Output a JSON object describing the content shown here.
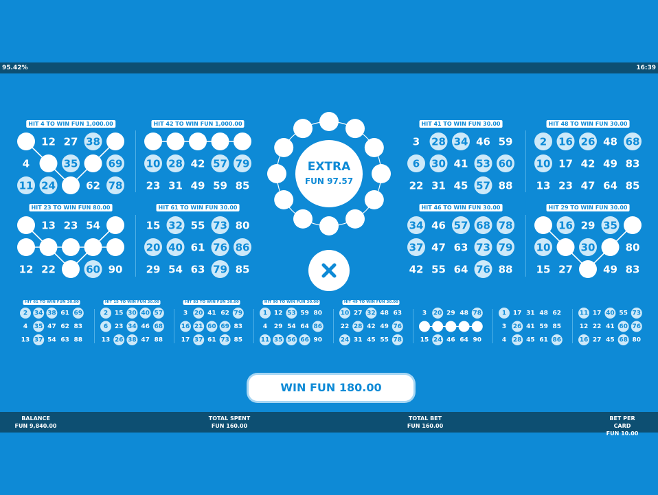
{
  "status": {
    "rtp": "95.42%",
    "clock": "16:39"
  },
  "big_cards": [
    {
      "title": "HIT 4 TO WIN FUN 1,000.00",
      "cells": [
        "",
        "12",
        "27",
        "38",
        "",
        "4",
        "",
        "35",
        "",
        "69",
        "11",
        "24",
        "",
        "62",
        "78"
      ],
      "hl": [
        "38",
        "35",
        "69",
        "11",
        "24",
        "78"
      ],
      "pattern": "v"
    },
    {
      "title": "HIT 42 TO WIN FUN 1,000.00",
      "cells": [
        "",
        "",
        "",
        "",
        "",
        "10",
        "28",
        "42",
        "57",
        "79",
        "23",
        "31",
        "49",
        "59",
        "85"
      ],
      "hl": [
        "10",
        "28",
        "57",
        "79"
      ],
      "pattern": "top"
    },
    {
      "title": "HIT 41 TO WIN FUN 30.00",
      "cells": [
        "3",
        "28",
        "34",
        "46",
        "59",
        "6",
        "30",
        "41",
        "53",
        "60",
        "22",
        "31",
        "45",
        "57",
        "88"
      ],
      "hl": [
        "28",
        "34",
        "6",
        "30",
        "53",
        "60",
        "57"
      ],
      "pattern": "none"
    },
    {
      "title": "HIT 48 TO WIN FUN 30.00",
      "cells": [
        "2",
        "16",
        "26",
        "48",
        "68",
        "10",
        "17",
        "42",
        "49",
        "83",
        "13",
        "23",
        "47",
        "64",
        "85"
      ],
      "hl": [
        "2",
        "16",
        "26",
        "68",
        "10"
      ],
      "pattern": "none"
    },
    {
      "title": "HIT 23 TO WIN FUN 80.00",
      "cells": [
        "",
        "13",
        "23",
        "54",
        "",
        "",
        "",
        "",
        "",
        "",
        "12",
        "22",
        "",
        "60",
        "90"
      ],
      "hl": [
        "60"
      ],
      "pattern": "arrow"
    },
    {
      "title": "HIT 61 TO WIN FUN 30.00",
      "cells": [
        "15",
        "32",
        "55",
        "73",
        "80",
        "20",
        "40",
        "61",
        "76",
        "86",
        "29",
        "54",
        "63",
        "79",
        "85"
      ],
      "hl": [
        "32",
        "73",
        "20",
        "40",
        "76",
        "86",
        "79"
      ],
      "pattern": "none"
    },
    {
      "title": "HIT 46 TO WIN FUN 30.00",
      "cells": [
        "34",
        "46",
        "57",
        "68",
        "78",
        "37",
        "47",
        "63",
        "73",
        "79",
        "42",
        "55",
        "64",
        "76",
        "88"
      ],
      "hl": [
        "34",
        "57",
        "68",
        "78",
        "37",
        "73",
        "79",
        "76"
      ],
      "pattern": "none"
    },
    {
      "title": "HIT 29 TO WIN FUN 30.00",
      "cells": [
        "",
        "16",
        "29",
        "35",
        "",
        "10",
        "",
        "30",
        "",
        "80",
        "15",
        "27",
        "",
        "49",
        "83"
      ],
      "hl": [
        "16",
        "35",
        "10",
        "30"
      ],
      "pattern": "w"
    }
  ],
  "small_cards": [
    {
      "title": "HIT 61 TO WIN FUN 30.00",
      "cells": [
        "2",
        "34",
        "38",
        "61",
        "69",
        "4",
        "35",
        "47",
        "62",
        "83",
        "13",
        "37",
        "54",
        "63",
        "88"
      ],
      "hl": [
        "2",
        "34",
        "38",
        "69",
        "35",
        "37"
      ],
      "pattern": "none"
    },
    {
      "title": "HIT 15 TO WIN FUN 30.00",
      "cells": [
        "2",
        "15",
        "30",
        "40",
        "57",
        "6",
        "23",
        "34",
        "46",
        "68",
        "13",
        "26",
        "38",
        "47",
        "88"
      ],
      "hl": [
        "2",
        "30",
        "40",
        "57",
        "6",
        "34",
        "68",
        "26",
        "38"
      ],
      "pattern": "none"
    },
    {
      "title": "HIT 83 TO WIN FUN 30.00",
      "cells": [
        "3",
        "20",
        "41",
        "62",
        "79",
        "16",
        "21",
        "60",
        "69",
        "83",
        "17",
        "37",
        "61",
        "73",
        "85"
      ],
      "hl": [
        "20",
        "79",
        "16",
        "21",
        "60",
        "69",
        "37",
        "73"
      ],
      "pattern": "none"
    },
    {
      "title": "HIT 90 TO WIN FUN 30.00",
      "cells": [
        "1",
        "12",
        "53",
        "59",
        "80",
        "4",
        "29",
        "54",
        "64",
        "86",
        "11",
        "35",
        "56",
        "66",
        "90"
      ],
      "hl": [
        "1",
        "53",
        "86",
        "11",
        "35",
        "56",
        "66"
      ],
      "pattern": "none"
    },
    {
      "title": "HIT 49 TO WIN FUN 30.00",
      "cells": [
        "10",
        "27",
        "32",
        "48",
        "63",
        "22",
        "28",
        "42",
        "49",
        "76",
        "24",
        "31",
        "45",
        "55",
        "78"
      ],
      "hl": [
        "10",
        "32",
        "28",
        "76",
        "24",
        "78"
      ],
      "pattern": "none"
    },
    {
      "title": "",
      "cells": [
        "3",
        "20",
        "29",
        "48",
        "78",
        "",
        "",
        "",
        "",
        "",
        "15",
        "24",
        "46",
        "64",
        "90"
      ],
      "hl": [
        "20",
        "78",
        "24"
      ],
      "pattern": "mid"
    },
    {
      "title": "",
      "cells": [
        "1",
        "17",
        "31",
        "48",
        "62",
        "3",
        "26",
        "41",
        "59",
        "85",
        "4",
        "28",
        "45",
        "61",
        "86"
      ],
      "hl": [
        "1",
        "26",
        "28",
        "86"
      ],
      "pattern": "none"
    },
    {
      "title": "",
      "cells": [
        "11",
        "17",
        "40",
        "55",
        "73",
        "12",
        "22",
        "41",
        "60",
        "76",
        "16",
        "27",
        "45",
        "68",
        "80"
      ],
      "hl": [
        "11",
        "40",
        "73",
        "60",
        "76",
        "16",
        "68"
      ],
      "pattern": "none"
    }
  ],
  "extra": {
    "line1": "EXTRA",
    "line2": "FUN 97.57"
  },
  "close_icon": "close-icon",
  "win": {
    "label": "WIN FUN 180.00"
  },
  "footer": [
    {
      "label": "BALANCE",
      "value": "FUN 9,840.00"
    },
    {
      "label": "TOTAL SPENT",
      "value": "FUN 160.00"
    },
    {
      "label": "TOTAL BET",
      "value": "FUN 160.00"
    },
    {
      "label": "BET PER CARD",
      "value": "FUN 10.00"
    }
  ],
  "colors": {
    "bg": "#0e8ad6",
    "bar": "#0d4f72",
    "highlight": "#cde9f9",
    "text": "#ffffff"
  }
}
